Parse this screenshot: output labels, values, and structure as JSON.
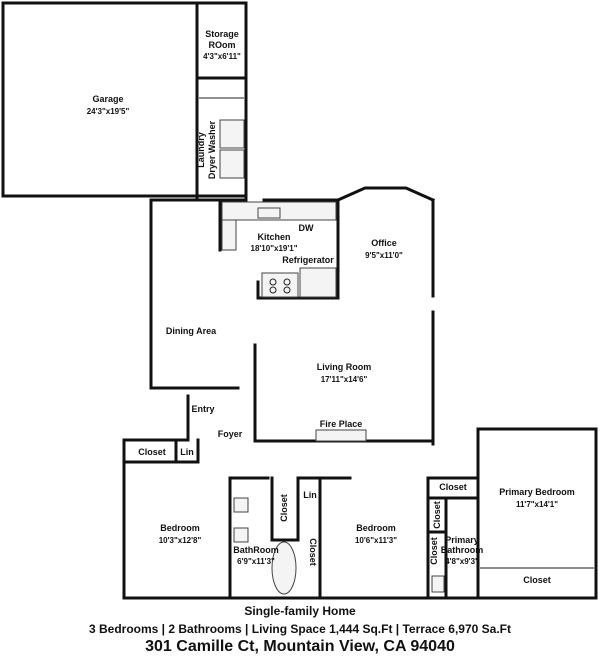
{
  "rooms": {
    "storage": {
      "name": "Storage",
      "name2": "ROom",
      "dims": "4'3\"x6'11\""
    },
    "garage": {
      "name": "Garage",
      "dims": "24'3\"x19'5\""
    },
    "laundry": {
      "name": "Laundry",
      "name2": "Dryer Washer"
    },
    "kitchen": {
      "name": "Kitchen",
      "dims": "18'10\"x19'1\"",
      "dw": "DW",
      "fridge": "Refrigerator"
    },
    "office": {
      "name": "Office",
      "dims": "9'5\"x11'0\""
    },
    "dining": {
      "name": "Dining Area"
    },
    "living": {
      "name": "Living Room",
      "dims": "17'11\"x14'6\"",
      "fireplace": "Fire Place"
    },
    "entry": {
      "name": "Entry"
    },
    "foyer": {
      "name": "Foyer"
    },
    "closet_nw": {
      "name": "Closet"
    },
    "lin_nw": {
      "name": "Lin"
    },
    "lin_hall": {
      "name": "Lin"
    },
    "closet_hall": {
      "name": "Closet"
    },
    "closet_bath": {
      "name": "Closet"
    },
    "bedroom1": {
      "name": "Bedroom",
      "dims": "10'3\"x12'8\""
    },
    "bathroom": {
      "name": "BathRoom",
      "dims": "6'9\"x11'3\""
    },
    "bedroom2": {
      "name": "Bedroom",
      "dims": "10'6\"x11'3\""
    },
    "closet_pb1": {
      "name": "Closet"
    },
    "closet_pb2": {
      "name": "Closet"
    },
    "closet_pb3": {
      "name": "Closet"
    },
    "primary_bath": {
      "name": "Primary",
      "name2": "Bathroom",
      "dims": "4'8\"x9'3\""
    },
    "primary_bed": {
      "name": "Primary Bedroom",
      "dims": "11'7\"x14'1\"",
      "closet": "Closet"
    }
  },
  "caption": {
    "line1": "Single-family Home",
    "line2": "3 Bedrooms | 2 Bathrooms | Living Space 1,444 Sq.Ft | Terrace 6,970 Sa.Ft",
    "line3": "301 Camille Ct, Mountain View, CA 94040"
  }
}
